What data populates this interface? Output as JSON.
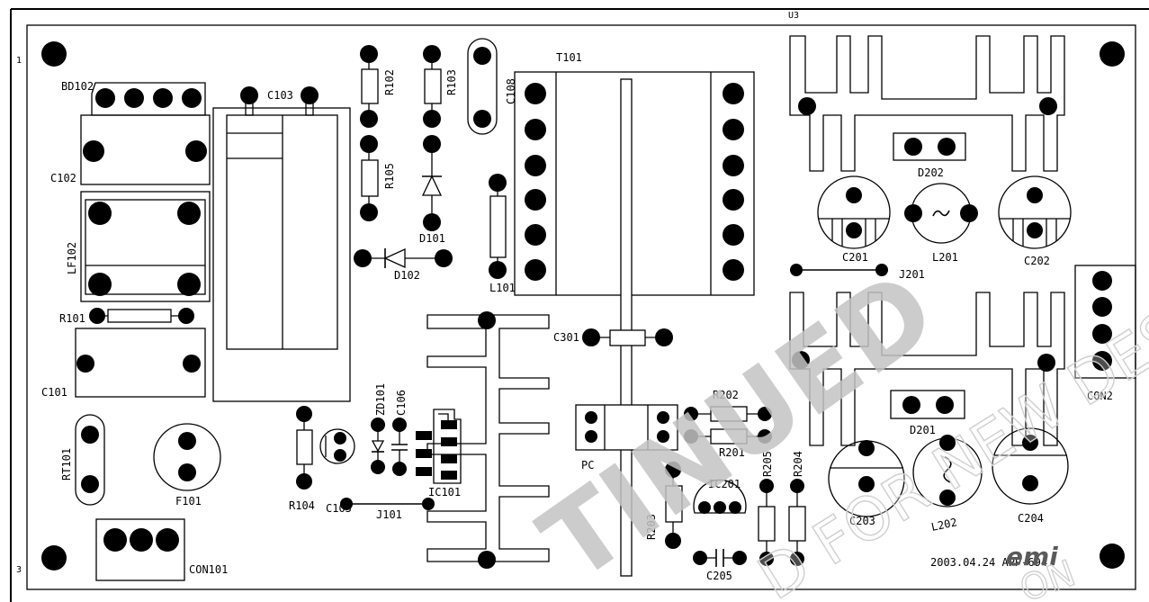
{
  "board": {
    "row_marker_top": "1",
    "row_marker_bottom": "3",
    "top_edge_label": "U3",
    "date_code": "2003.04.24 APP-694"
  },
  "labels": {
    "bd102": "BD102",
    "c102": "C102",
    "lf102": "LF102",
    "r101": "R101",
    "c101": "C101",
    "rt101": "RT101",
    "f101": "F101",
    "con101": "CON101",
    "c103": "C103",
    "r102": "R102",
    "r103": "R103",
    "r105": "R105",
    "d101": "D101",
    "d102": "D102",
    "c108": "C108",
    "l101": "L101",
    "t101": "T101",
    "zd101": "ZD101",
    "c106": "C106",
    "ic101": "IC101",
    "c105": "C105",
    "r104": "R104",
    "j101": "J101",
    "c301": "C301",
    "pc": "PC",
    "r202": "R202",
    "r201": "R201",
    "r203": "R203",
    "ic201": "IC201",
    "r205": "R205",
    "r204": "R204",
    "c205": "C205",
    "d202": "D202",
    "c201": "C201",
    "l201": "L201",
    "c202": "C202",
    "j201": "J201",
    "con2": "CON2",
    "d201": "D201",
    "c203": "C203",
    "l202": "L202",
    "c204": "C204"
  },
  "watermark": {
    "discontinued_fragment": "TINUED",
    "design_fragment": "D FOR NEW DESIG",
    "logo_fragment": "emi",
    "tail_fragment": "ON"
  },
  "colors": {
    "silkscreen": "#000000",
    "background": "#ffffff",
    "watermark": "#c4c4c4"
  }
}
